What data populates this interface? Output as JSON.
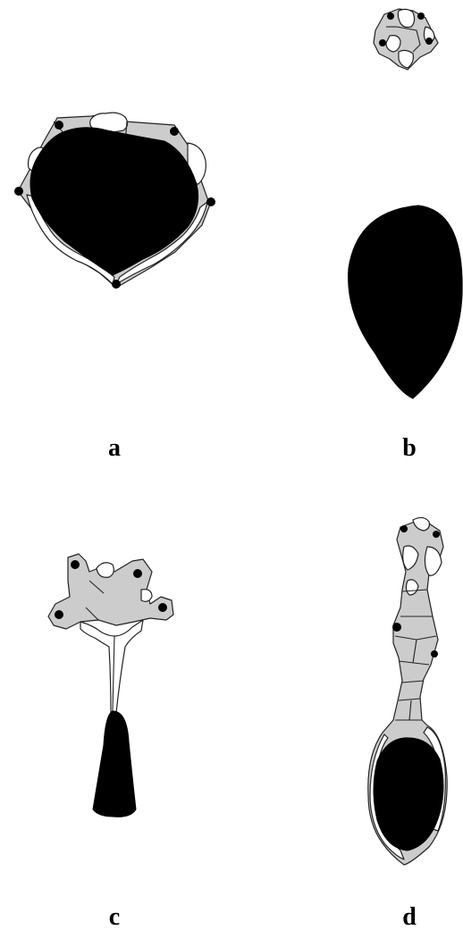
{
  "panels": [
    {
      "id": "a",
      "label": "a"
    },
    {
      "id": "b",
      "label": "b"
    },
    {
      "id": "c",
      "label": "c"
    },
    {
      "id": "d",
      "label": "d"
    }
  ],
  "colors": {
    "cell_fill": "#cccccc",
    "outline": "#222222",
    "dark_body": "#000000",
    "background": "#ffffff"
  }
}
